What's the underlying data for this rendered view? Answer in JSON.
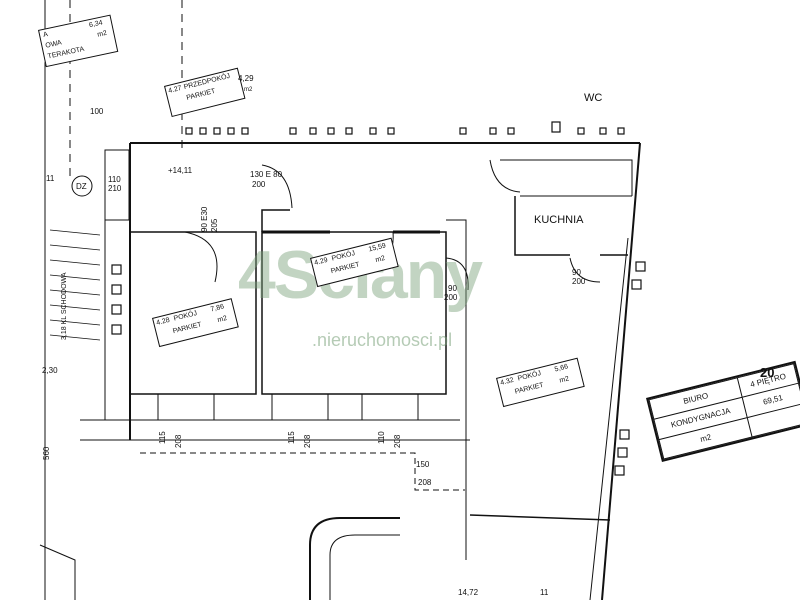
{
  "watermark": {
    "brand": "4Sciany",
    "sub": ".nieruchomosci.pl"
  },
  "labels": {
    "wc": "WC",
    "kuchnia": "KUCHNIA",
    "dz": "DZ",
    "top_left_area": "6,34",
    "top_left_m2": "m2",
    "top_left_text1": "A",
    "top_left_text2": "OWA",
    "top_left_text3": "TERAKOTA",
    "dim_100": "100",
    "dim_14_11": "+14,11",
    "dim_11": "11",
    "dim_110": "110",
    "dim_210": "210",
    "door_130": "130 E 80",
    "door_200": "200",
    "door_90": "90 E30",
    "door_205": "205",
    "door_kitchen_90": "90",
    "door_kitchen_200": "200",
    "door_mid_90": "90",
    "door_mid_200": "200",
    "left_2_30": "2,30",
    "left_560": "560",
    "stairs_text": "3,18 KL SCHODOWA",
    "bottom_115a": "115",
    "bottom_208a": "208",
    "bottom_115b": "115",
    "bottom_208b": "208",
    "bottom_110": "110",
    "bottom_208c": "208",
    "bottom_150": "150",
    "bottom_208d": "208",
    "bottom_14_72": "14,72",
    "bottom_11": "11"
  },
  "rooms": {
    "przedpokoj": {
      "num": "4.27",
      "name": "PRZEDPOKÓJ",
      "area": "4,29",
      "floor": "PARKIET",
      "unit": "m2"
    },
    "pokoj1": {
      "num": "4.28",
      "name": "POKÓJ",
      "area": "7,86",
      "floor": "PARKIET",
      "unit": "m2"
    },
    "pokoj2": {
      "num": "4.29",
      "name": "POKÓJ",
      "area": "15,59",
      "floor": "PARKIET",
      "unit": "m2"
    },
    "pokoj3": {
      "num": "4.32",
      "name": "POKÓJ",
      "area": "5,66",
      "floor": "PARKIET",
      "unit": "m2"
    }
  },
  "infobox": {
    "row1_left": "BIURO",
    "row1_right": "4 PIĘTRO",
    "row2_left": "KONDYGNACJA",
    "row2_right": "69,51",
    "row3_left": "m2",
    "circle": "20"
  }
}
